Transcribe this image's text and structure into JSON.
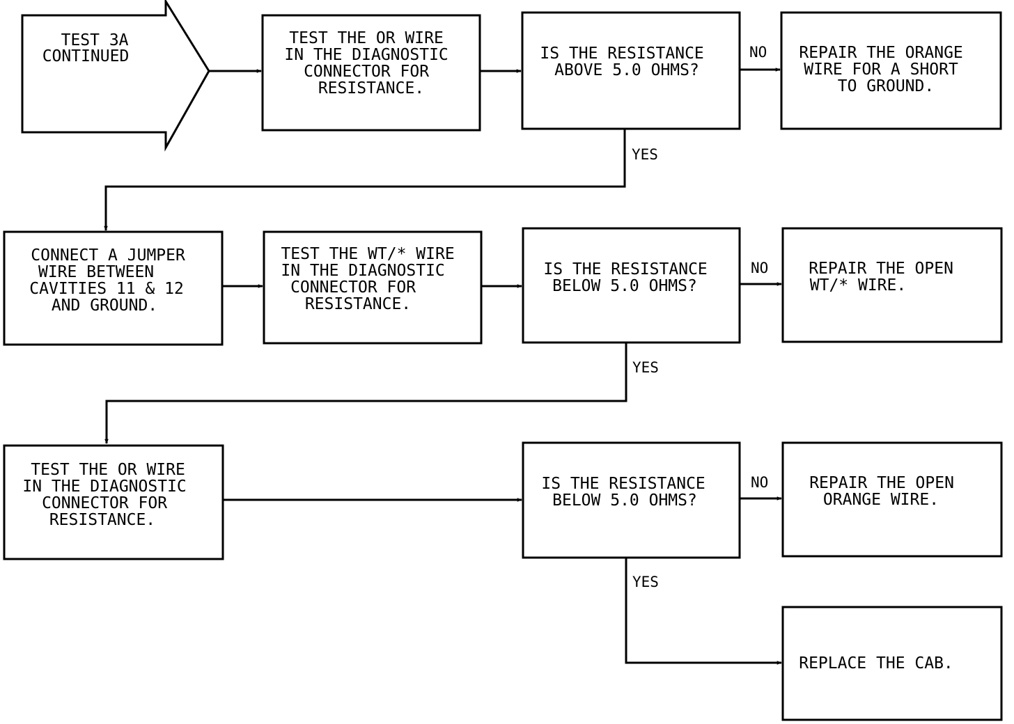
{
  "nodes": {
    "start": [
      "TEST 3A",
      "CONTINUED"
    ],
    "test_or_short": [
      "TEST THE OR WIRE",
      "IN THE DIAGNOSTIC",
      "CONNECTOR FOR",
      "RESISTANCE."
    ],
    "q_above_5": [
      "IS THE RESISTANCE",
      "ABOVE 5.0 OHMS?"
    ],
    "repair_orange_short": [
      "REPAIR THE ORANGE",
      "WIRE FOR A SHORT",
      "TO GROUND."
    ],
    "connect_jumper": [
      "CONNECT A JUMPER",
      "WIRE BETWEEN",
      "CAVITIES 11 & 12",
      "AND GROUND."
    ],
    "test_wt_wire": [
      "TEST THE WT/* WIRE",
      "IN THE DIAGNOSTIC",
      "CONNECTOR FOR",
      "RESISTANCE."
    ],
    "q_below_5_a": [
      "IS THE RESISTANCE",
      "BELOW 5.0 OHMS?"
    ],
    "repair_open_wt": [
      "REPAIR THE OPEN",
      "WT/* WIRE."
    ],
    "test_or_open": [
      "TEST THE OR WIRE",
      "IN THE DIAGNOSTIC",
      "CONNECTOR FOR",
      "RESISTANCE."
    ],
    "q_below_5_b": [
      "IS THE RESISTANCE",
      "BELOW 5.0 OHMS?"
    ],
    "repair_open_orange": [
      "REPAIR THE OPEN",
      "ORANGE WIRE."
    ],
    "replace_cab": [
      "REPLACE THE CAB."
    ]
  },
  "branch_labels": {
    "no_1": "NO",
    "yes_1": "YES",
    "no_2": "NO",
    "yes_2": "YES",
    "no_3": "NO",
    "yes_3": "YES"
  }
}
